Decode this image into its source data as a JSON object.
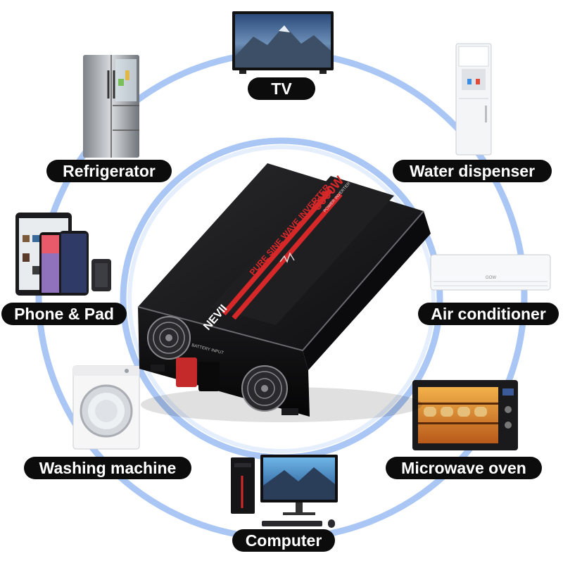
{
  "product": {
    "brand": "NEVII",
    "rating": "5000W",
    "rating_sub": "POWER INVERTER",
    "headline": "PURE SINE WAVE INVERTER",
    "port_label": "BATTERY INPUT"
  },
  "appliances": [
    {
      "id": "tv",
      "label": "TV"
    },
    {
      "id": "refrigerator",
      "label": "Refrigerator"
    },
    {
      "id": "water-dispenser",
      "label": "Water dispenser"
    },
    {
      "id": "phone-pad",
      "label": "Phone & Pad"
    },
    {
      "id": "air-conditioner",
      "label": "Air conditioner"
    },
    {
      "id": "washing-machine",
      "label": "Washing machine"
    },
    {
      "id": "microwave-oven",
      "label": "Microwave oven"
    },
    {
      "id": "computer",
      "label": "Computer"
    }
  ],
  "ac_brand": "GOW",
  "colors": {
    "ring": "#a9c6f5",
    "ring_inner": "#cfe0fb",
    "label_bg": "#0c0c0c",
    "accent": "#d62828"
  }
}
